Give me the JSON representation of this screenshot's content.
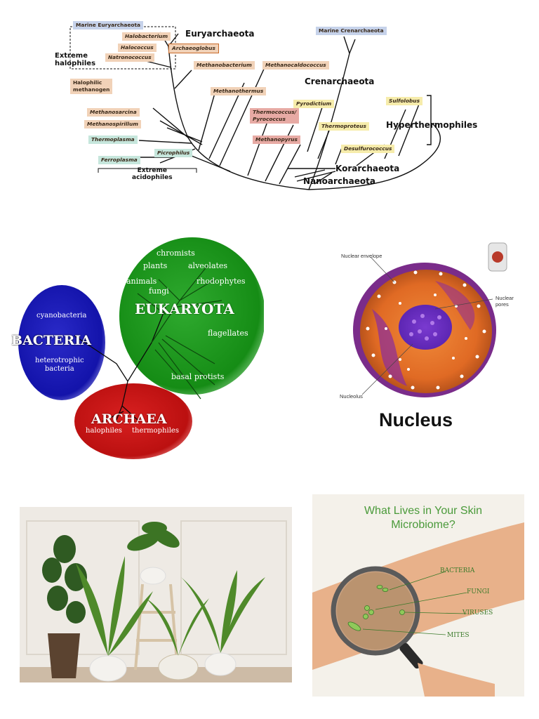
{
  "tree": {
    "labels": {
      "marine_eury": "Marine Euryarchaeota",
      "halobacterium": "Halobacterium",
      "halococcus": "Halococcus",
      "natronococcus": "Natronococcus",
      "archaeoglobus": "Archaeoglobus",
      "methanobacterium": "Methanobacterium",
      "methanocaldococcus": "Methanocaldococcus",
      "methanothermus": "Methanothermus",
      "halophilic": "Halophilic\nmethanogen",
      "methanosarcina": "Methanosarcina",
      "methanospirillum": "Methanospirillum",
      "thermoplasma": "Thermoplasma",
      "picrophilus": "Picrophilus",
      "ferroplasma": "Ferroplasma",
      "thermococcus": "Thermococcus/\nPyrococcus",
      "methanopyrus": "Methanopyrus",
      "pyrodictium": "Pyrodictium",
      "thermoproteus": "Thermoproteus",
      "desulfurococcus": "Desulfurococcus",
      "sulfolobus": "Sulfolobus",
      "marine_cren": "Marine Crenarchaeota"
    },
    "groups": {
      "euryarchaeota": "Euryarchaeota",
      "crenarchaeota": "Crenarchaeota",
      "hyperthermophiles": "Hyperthermophiles",
      "korarchaeota": "Korarchaeota",
      "nanoarchaeota": "Nanoarchaeota",
      "extreme_halophiles": "Extreme\nhalophiles",
      "extreme_acidophiles": "Extreme\nacidophiles"
    },
    "colors": {
      "blue": "#c6d2ea",
      "tan": "#f1d2b8",
      "teal": "#c6e6dc",
      "rose": "#e7aaa4",
      "yellow": "#f6ecab"
    }
  },
  "domains": {
    "bacteria": {
      "title": "BACTERIA",
      "sub1": "cyanobacteria",
      "sub2": "heterotrophic\nbacteria"
    },
    "eukaryota": {
      "title": "EUKARYOTA",
      "chromists": "chromists",
      "plants": "plants",
      "alveolates": "alveolates",
      "animals": "animals",
      "fungi": "fungi",
      "rhodophytes": "rhodophytes",
      "flagellates": "flagellates",
      "basal": "basal protists"
    },
    "archaea": {
      "title": "ARCHAEA",
      "sub1": "halophiles",
      "sub2": "thermophiles"
    },
    "colors": {
      "bacteria": "#1a1ab4",
      "eukaryota": "#1a9a1a",
      "archaea": "#cc1414"
    }
  },
  "nucleus": {
    "title": "Nucleus",
    "envelope": "Nuclear envelope",
    "pores": "Nuclear\npores",
    "nucleolus": "Nucleolus"
  },
  "skin": {
    "title_line1": "What Lives in Your Skin",
    "title_line2": "Microbiome?",
    "bacteria": "BACTERIA",
    "fungi": "FUNGI",
    "viruses": "VIRUSES",
    "mites": "MITES"
  }
}
